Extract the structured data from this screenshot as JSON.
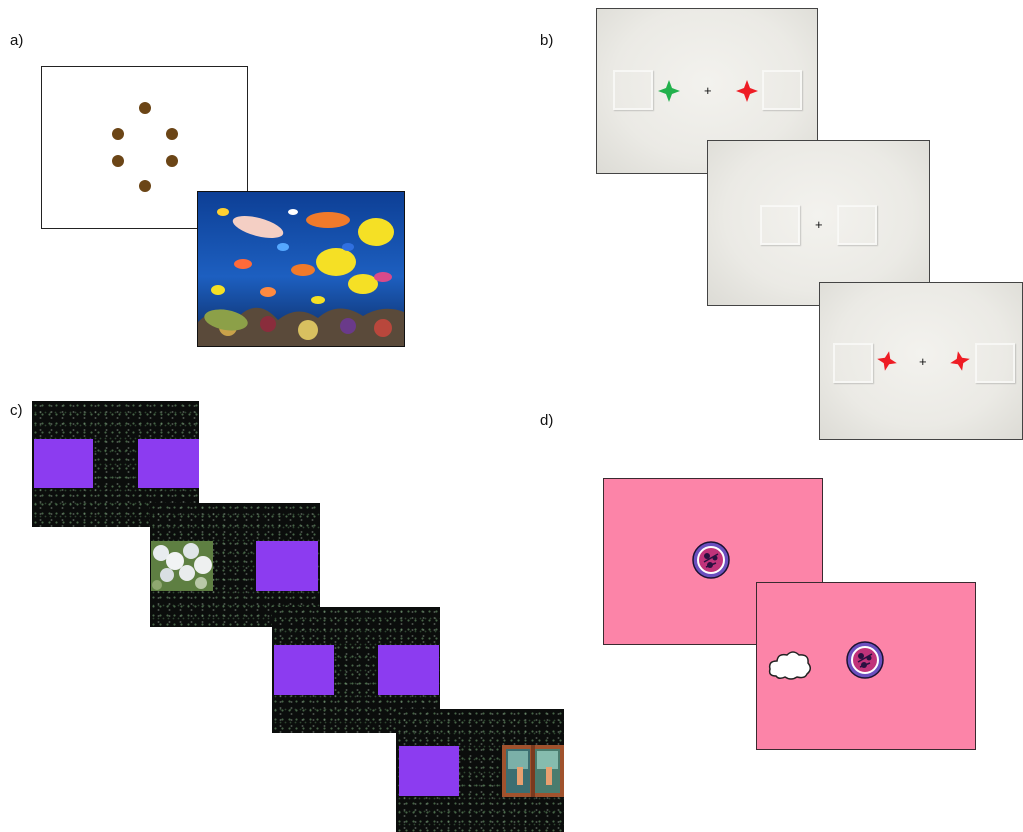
{
  "panels": {
    "a": {
      "label": "a)"
    },
    "b": {
      "label": "b)"
    },
    "c": {
      "label": "c)"
    },
    "d": {
      "label": "d)"
    }
  },
  "fixation_symbol": "+",
  "colors": {
    "dot": "#6b4516",
    "purple_box": "#8c3cf0",
    "pink_background": "#fc84a8",
    "star_green": "#22b14c",
    "star_red": "#ee1c24",
    "grey_background": "#ebeae5"
  }
}
